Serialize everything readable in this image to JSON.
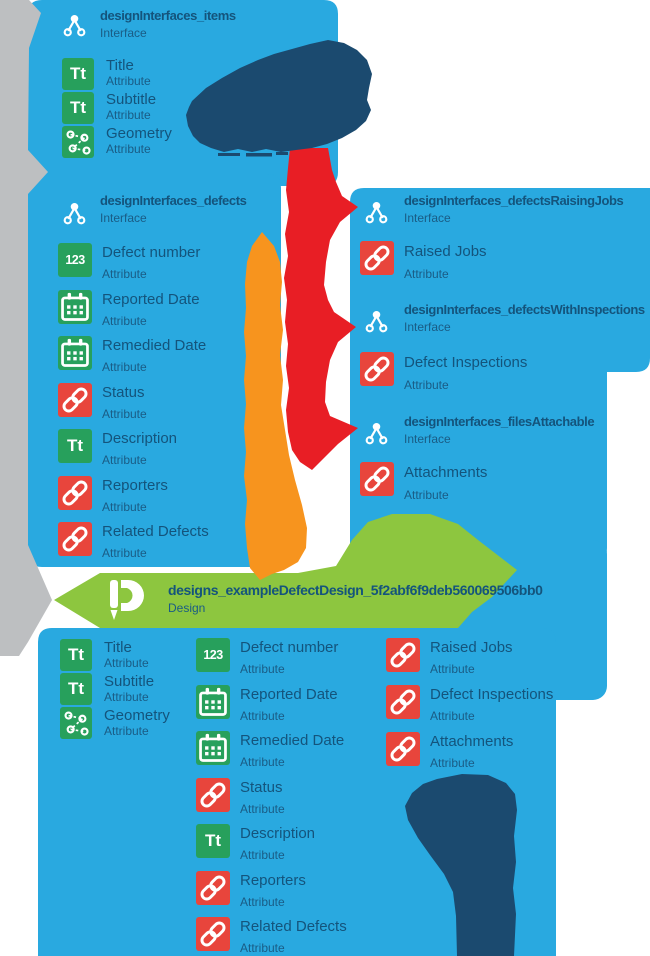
{
  "palette": {
    "background": "#ffffff",
    "panel_blue": "#29a9e0",
    "ribbon_gray": "#bdbfc1",
    "arrow_navy": "#1b4a6f",
    "arrow_red": "#e81e25",
    "arrow_orange": "#f7941e",
    "arrow_green": "#8dc63f",
    "icon_green": "#27a05c",
    "icon_red": "#e8453c",
    "text_blue": "#14547c"
  },
  "icon_glyphs": {
    "text": "Tt",
    "number": "123"
  },
  "interfaces": [
    {
      "title": "designInterfaces_items",
      "subtitle": "Interface",
      "attributes": [
        {
          "label": "Title",
          "sublabel": "Attribute",
          "type": "text"
        },
        {
          "label": "Subtitle",
          "sublabel": "Attribute",
          "type": "text"
        },
        {
          "label": "Geometry",
          "sublabel": "Attribute",
          "type": "geometry"
        }
      ]
    },
    {
      "title": "designInterfaces_defects",
      "subtitle": "Interface",
      "attributes": [
        {
          "label": "Defect number",
          "sublabel": "Attribute",
          "type": "number"
        },
        {
          "label": "Reported Date",
          "sublabel": "Attribute",
          "type": "date"
        },
        {
          "label": "Remedied Date",
          "sublabel": "Attribute",
          "type": "date"
        },
        {
          "label": "Status",
          "sublabel": "Attribute",
          "type": "link"
        },
        {
          "label": "Description",
          "sublabel": "Attribute",
          "type": "text"
        },
        {
          "label": "Reporters",
          "sublabel": "Attribute",
          "type": "link"
        },
        {
          "label": "Related Defects",
          "sublabel": "Attribute",
          "type": "link"
        }
      ]
    },
    {
      "title": "designInterfaces_defectsRaisingJobs",
      "subtitle": "Interface",
      "attributes": [
        {
          "label": "Raised Jobs",
          "sublabel": "Attribute",
          "type": "link"
        }
      ]
    },
    {
      "title": "designInterfaces_defectsWithInspections",
      "subtitle": "Interface",
      "attributes": [
        {
          "label": "Defect Inspections",
          "sublabel": "Attribute",
          "type": "link"
        }
      ]
    },
    {
      "title": "designInterfaces_filesAttachable",
      "subtitle": "Interface",
      "attributes": [
        {
          "label": "Attachments",
          "sublabel": "Attribute",
          "type": "link"
        }
      ]
    }
  ],
  "design": {
    "title": "designs_exampleDefectDesign_5f2abf6f9deb560069506bb0",
    "subtitle": "Design",
    "columns": [
      [
        {
          "label": "Title",
          "sublabel": "Attribute",
          "type": "text"
        },
        {
          "label": "Subtitle",
          "sublabel": "Attribute",
          "type": "text"
        },
        {
          "label": "Geometry",
          "sublabel": "Attribute",
          "type": "geometry"
        }
      ],
      [
        {
          "label": "Defect number",
          "sublabel": "Attribute",
          "type": "number"
        },
        {
          "label": "Reported Date",
          "sublabel": "Attribute",
          "type": "date"
        },
        {
          "label": "Remedied Date",
          "sublabel": "Attribute",
          "type": "date"
        },
        {
          "label": "Status",
          "sublabel": "Attribute",
          "type": "link"
        },
        {
          "label": "Description",
          "sublabel": "Attribute",
          "type": "text"
        },
        {
          "label": "Reporters",
          "sublabel": "Attribute",
          "type": "link"
        },
        {
          "label": "Related Defects",
          "sublabel": "Attribute",
          "type": "link"
        }
      ],
      [
        {
          "label": "Raised Jobs",
          "sublabel": "Attribute",
          "type": "link"
        },
        {
          "label": "Defect Inspections",
          "sublabel": "Attribute",
          "type": "link"
        },
        {
          "label": "Attachments",
          "sublabel": "Attribute",
          "type": "link"
        }
      ]
    ]
  }
}
